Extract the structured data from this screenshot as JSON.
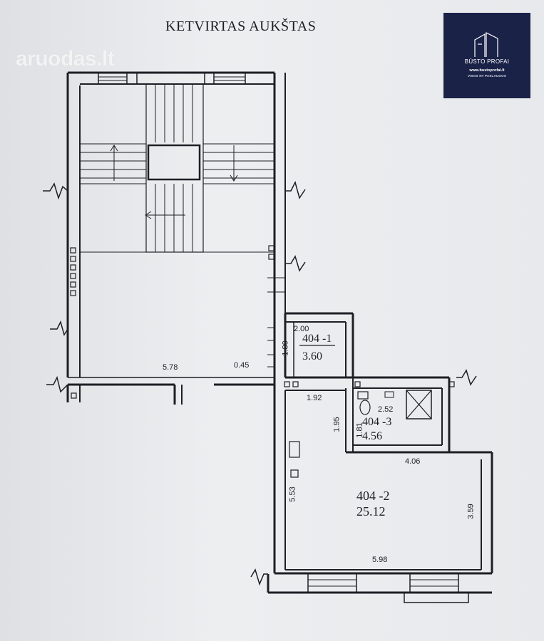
{
  "title": "KETVIRTAS AUKŠTAS",
  "watermark": "aruodas.lt",
  "logo": {
    "name": "BŪSTO PROFAI",
    "url": "www.bustoprofai.lt",
    "tagline": "VISOS NT PASLAUGOS",
    "background": "#1b2248"
  },
  "dimensions": {
    "stair_width": "5.78",
    "stair_gap": "0.45",
    "r1_width": "2.00",
    "r1_height": "1.80",
    "hall_width": "1.92",
    "hall_height": "1.95",
    "r3_width": "2.52",
    "r3_height": "1.81",
    "r2_top": "4.06",
    "r2_left": "5.53",
    "r2_right": "3.59",
    "r2_bottom": "5.98"
  },
  "rooms": [
    {
      "id": "404 -1",
      "area": "3.60"
    },
    {
      "id": "404 -2",
      "area": "25.12"
    },
    {
      "id": "404 -3",
      "area": "4.56"
    }
  ],
  "colors": {
    "line": "#1e1f24",
    "paper": "#e9eaec"
  }
}
